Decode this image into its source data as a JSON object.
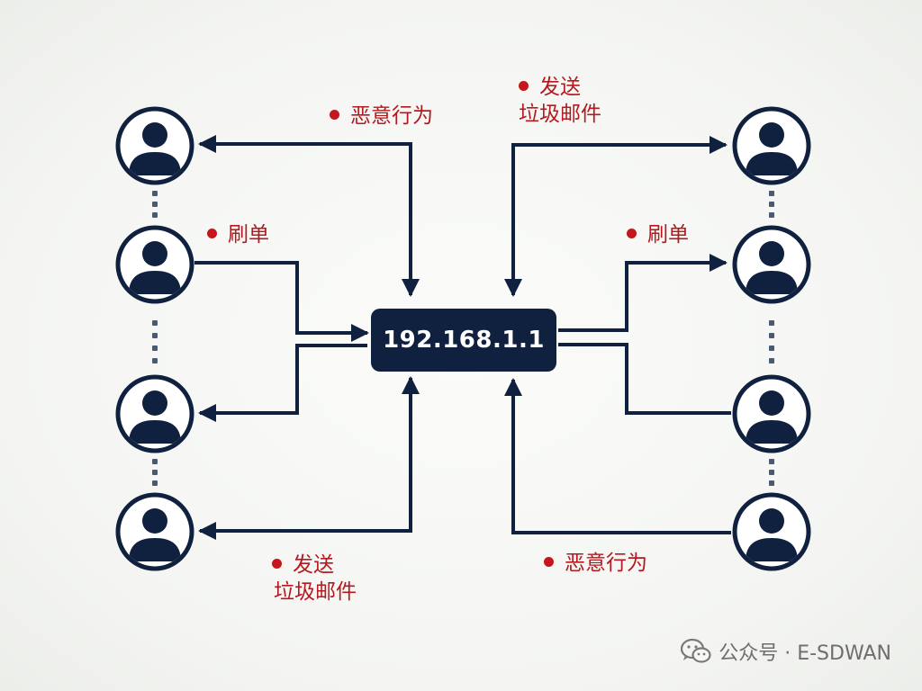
{
  "center": {
    "ip": "192.168.1.1"
  },
  "labels": {
    "left_top": "恶意行为",
    "left_mid": "刷单",
    "left_bottom_line1": "发送",
    "left_bottom_line2": "垃圾邮件",
    "right_top_line1": "发送",
    "right_top_line2": "垃圾邮件",
    "right_mid": "刷单",
    "right_bottom": "恶意行为"
  },
  "watermark": {
    "text": "公众号 · E-SDWAN",
    "icon": "wechat-icon"
  },
  "colors": {
    "navy": "#10213f",
    "accent_red": "#c4161c",
    "label_red": "#b3191e",
    "dots": "#4a5a72"
  }
}
